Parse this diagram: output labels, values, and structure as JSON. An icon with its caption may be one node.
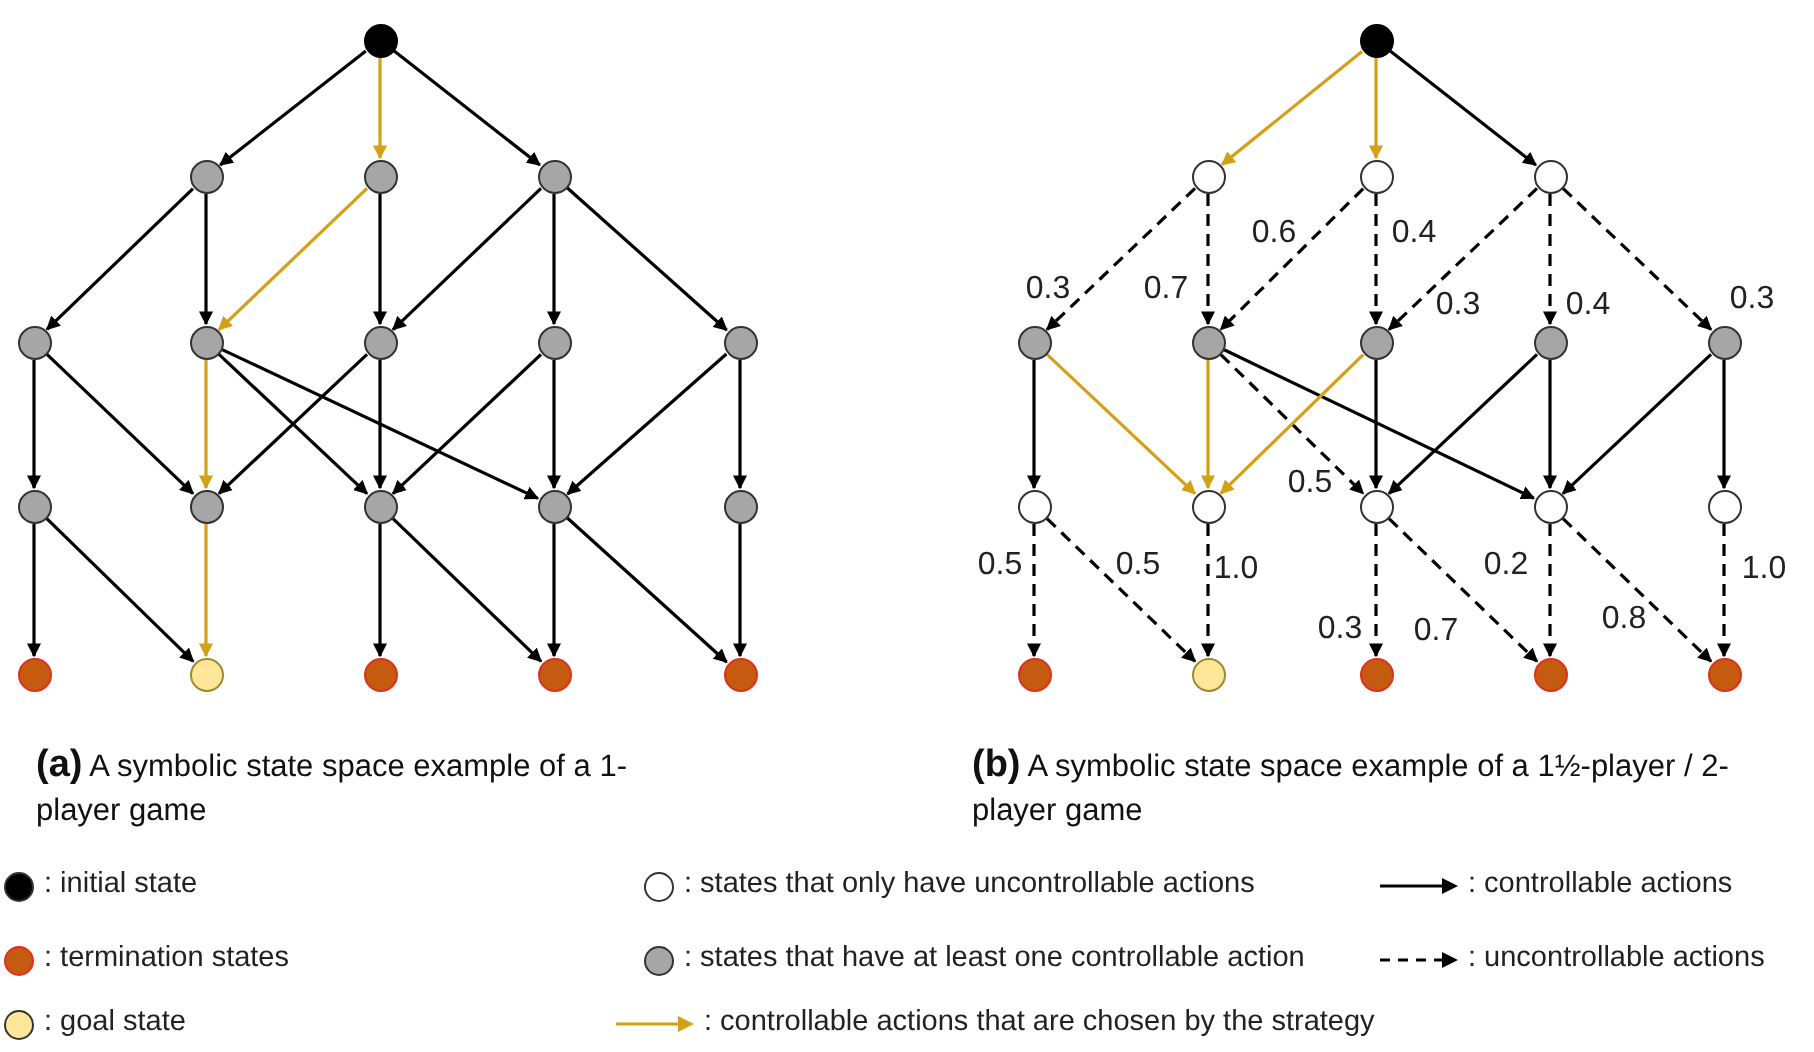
{
  "diagram": {
    "nodes": [
      {
        "text": [],
        "shape": "circle"
      },
      {
        "text": [],
        "shape": "circle"
      },
      {
        "text": [],
        "shape": "circle"
      },
      {
        "text": [],
        "shape": "circle"
      },
      {
        "text": [],
        "shape": "circle"
      },
      {
        "text": [],
        "shape": "circle"
      },
      {
        "text": [],
        "shape": "circle"
      },
      {
        "text": [],
        "shape": "circle"
      },
      {
        "text": [],
        "shape": "circle"
      },
      {
        "text": [],
        "shape": "circle"
      },
      {
        "text": [],
        "shape": "circle"
      },
      {
        "text": [],
        "shape": "circle"
      },
      {
        "text": [],
        "shape": "circle"
      },
      {
        "text": [],
        "shape": "circle"
      },
      {
        "text": [],
        "shape": "circle"
      },
      {
        "text": [],
        "shape": "circle"
      },
      {
        "text": [],
        "shape": "circle"
      },
      {
        "text": [],
        "shape": "circle"
      },
      {
        "text": [],
        "shape": "circle"
      },
      {
        "text": [],
        "shape": "circle"
      },
      {
        "text": [],
        "shape": "circle"
      },
      {
        "text": [],
        "shape": "circle"
      },
      {
        "text": [],
        "shape": "circle"
      },
      {
        "text": [],
        "shape": "circle"
      },
      {
        "text": [],
        "shape": "circle"
      },
      {
        "text": [],
        "shape": "circle"
      },
      {
        "text": [],
        "shape": "circle"
      },
      {
        "text": [],
        "shape": "circle"
      },
      {
        "text": [],
        "shape": "circle"
      },
      {
        "text": [],
        "shape": "circle"
      },
      {
        "text": [],
        "shape": "circle"
      },
      {
        "text": [],
        "shape": "circle"
      },
      {
        "text": [],
        "shape": "circle"
      },
      {
        "text": [],
        "shape": "circle"
      },
      {
        "text": [],
        "shape": "circle"
      },
      {
        "text": [],
        "shape": "circle"
      },
      {
        "text": [],
        "shape": "circle"
      },
      {
        "text": [],
        "shape": "circle"
      }
    ],
    "edges": [
      {
        "from": 0,
        "to": 1,
        "arrow": "to"
      },
      {
        "from": 0,
        "to": 2,
        "arrow": "to",
        "color": "#d4a017"
      },
      {
        "from": 0,
        "to": 3,
        "arrow": "to"
      },
      {
        "from": 1,
        "to": 4,
        "arrow": "to"
      },
      {
        "from": 1,
        "to": 5,
        "arrow": "to"
      },
      {
        "from": 2,
        "to": 5,
        "arrow": "to",
        "color": "#d4a017"
      },
      {
        "from": 2,
        "to": 6,
        "arrow": "to"
      },
      {
        "from": 3,
        "to": 6,
        "arrow": "to"
      },
      {
        "from": 3,
        "to": 7,
        "arrow": "to"
      },
      {
        "from": 3,
        "to": 8,
        "arrow": "to"
      },
      {
        "from": 4,
        "to": 9,
        "arrow": "to"
      },
      {
        "from": 4,
        "to": 10,
        "arrow": "to"
      },
      {
        "from": 5,
        "to": 10,
        "arrow": "to",
        "color": "#d4a017"
      },
      {
        "from": 5,
        "to": 11,
        "arrow": "to"
      },
      {
        "from": 5,
        "to": 12,
        "arrow": "to"
      },
      {
        "from": 6,
        "to": 10,
        "arrow": "to"
      },
      {
        "from": 6,
        "to": 11,
        "arrow": "to"
      },
      {
        "from": 7,
        "to": 11,
        "arrow": "to"
      },
      {
        "from": 7,
        "to": 12,
        "arrow": "to"
      },
      {
        "from": 8,
        "to": 12,
        "arrow": "to"
      },
      {
        "from": 8,
        "to": 13,
        "arrow": "to"
      },
      {
        "from": 9,
        "to": 14,
        "arrow": "to"
      },
      {
        "from": 9,
        "to": 15,
        "arrow": "to"
      },
      {
        "from": 10,
        "to": 15,
        "arrow": "to",
        "color": "#d4a017"
      },
      {
        "from": 11,
        "to": 16,
        "arrow": "to"
      },
      {
        "from": 11,
        "to": 17,
        "arrow": "to"
      },
      {
        "from": 12,
        "to": 17,
        "arrow": "to"
      },
      {
        "from": 12,
        "to": 18,
        "arrow": "to"
      },
      {
        "from": 13,
        "to": 18,
        "arrow": "to"
      },
      {
        "from": 19,
        "to": 20,
        "arrow": "to",
        "color": "#d4a017"
      },
      {
        "from": 19,
        "to": 21,
        "arrow": "to",
        "color": "#d4a017"
      },
      {
        "from": 19,
        "to": 22,
        "arrow": "to"
      },
      {
        "from": 20,
        "to": 23,
        "arrow": "to",
        "style": "dashed",
        "label": "0.3"
      },
      {
        "from": 20,
        "to": 24,
        "arrow": "to",
        "style": "dashed",
        "label": "0.7"
      },
      {
        "from": 21,
        "to": 24,
        "arrow": "to",
        "style": "dashed",
        "label": "0.6"
      },
      {
        "from": 21,
        "to": 25,
        "arrow": "to",
        "style": "dashed",
        "label": "0.4"
      },
      {
        "from": 22,
        "to": 25,
        "arrow": "to",
        "style": "dashed",
        "label": "0.3"
      },
      {
        "from": 22,
        "to": 26,
        "arrow": "to",
        "style": "dashed",
        "label": "0.4"
      },
      {
        "from": 22,
        "to": 27,
        "arrow": "to",
        "style": "dashed",
        "label": "0.3"
      },
      {
        "from": 23,
        "to": 28,
        "arrow": "to"
      },
      {
        "from": 23,
        "to": 29,
        "arrow": "to",
        "color": "#d4a017"
      },
      {
        "from": 24,
        "to": 29,
        "arrow": "to",
        "color": "#d4a017"
      },
      {
        "from": 24,
        "to": 30,
        "arrow": "to",
        "style": "dashed",
        "label": "0.5"
      },
      {
        "from": 24,
        "to": 31,
        "arrow": "to"
      },
      {
        "from": 25,
        "to": 29,
        "arrow": "to",
        "color": "#d4a017"
      },
      {
        "from": 25,
        "to": 30,
        "arrow": "to"
      },
      {
        "from": 26,
        "to": 30,
        "arrow": "to"
      },
      {
        "from": 26,
        "to": 31,
        "arrow": "to"
      },
      {
        "from": 27,
        "to": 31,
        "arrow": "to"
      },
      {
        "from": 27,
        "to": 32,
        "arrow": "to"
      },
      {
        "from": 28,
        "to": 33,
        "arrow": "to",
        "style": "dashed",
        "label": "0.5"
      },
      {
        "from": 28,
        "to": 34,
        "arrow": "to",
        "style": "dashed",
        "label": "0.5"
      },
      {
        "from": 29,
        "to": 34,
        "arrow": "to",
        "style": "dashed",
        "label": "1.0"
      },
      {
        "from": 30,
        "to": 35,
        "arrow": "to",
        "style": "dashed",
        "label": "0.3"
      },
      {
        "from": 30,
        "to": 36,
        "arrow": "to",
        "style": "dashed",
        "label": "0.7"
      },
      {
        "from": 31,
        "to": 36,
        "arrow": "to",
        "style": "dashed",
        "label": "0.2"
      },
      {
        "from": 31,
        "to": 37,
        "arrow": "to",
        "style": "dashed",
        "label": "0.8"
      },
      {
        "from": 32,
        "to": 37,
        "arrow": "to",
        "style": "dashed",
        "label": "1.0"
      }
    ],
    "labels": [
      "**(a)** A symbolic state space example of a 1-player game",
      "**(b)** A symbolic state space example of a 1½-player / 2-player game"
    ],
    "legend": [
      {
        "text": ": initial state",
        "color": "#000000"
      },
      {
        "text": ": states that only have uncontrollable actions",
        "color": "#ffffff"
      },
      {
        "text": ": controllable actions"
      },
      {
        "text": ": termination states",
        "color": "#c55a11"
      },
      {
        "text": ": states that have at least one controllable action",
        "color": "#a6a6a6"
      },
      {
        "text": ": uncontrollable actions"
      },
      {
        "text": ": goal state",
        "color": "#ffe699"
      },
      {
        "text": ": controllable actions that are chosen by the strategy"
      }
    ]
  }
}
